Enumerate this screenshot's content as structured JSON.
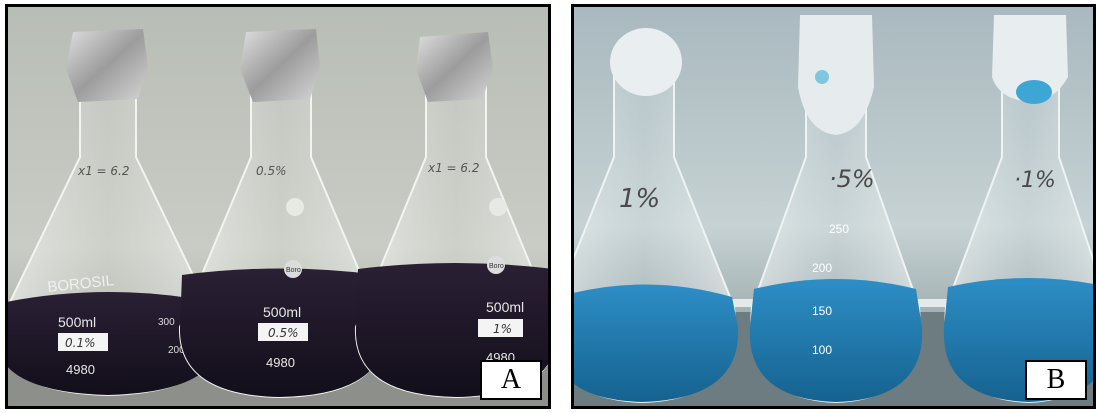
{
  "panels": [
    {
      "id": "A",
      "label": "A",
      "flasks": [
        {
          "neck_note": "x1 = 6.2",
          "brand": "BOROSIL",
          "volume": "500ml",
          "label_note": "0.1%",
          "code": "4980",
          "graduation": [
            "300",
            "200"
          ]
        },
        {
          "neck_note": "0.5%",
          "brand": "Boro",
          "volume": "500ml",
          "label_note": "0.5%",
          "code": "4980"
        },
        {
          "neck_note": "x1 = 6.2",
          "brand": "Boro",
          "volume": "500ml",
          "label_note": "1%",
          "code": "4980"
        }
      ]
    },
    {
      "id": "B",
      "label": "B",
      "flasks": [
        {
          "note": "1%"
        },
        {
          "note": "·5%",
          "graduation": [
            "250",
            "200",
            "150",
            "100"
          ]
        },
        {
          "note": "·1%"
        }
      ]
    }
  ],
  "colors": {
    "dark_liquid": "#1a1426",
    "blue_liquid": "#1f7fb8",
    "foil": "#b9b9b9",
    "cotton": "#e9eef0"
  }
}
